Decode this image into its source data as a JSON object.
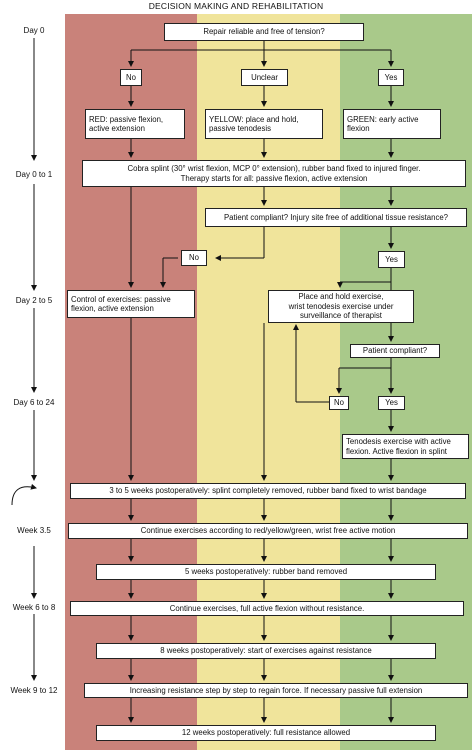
{
  "title": "DECISION MAKING AND REHABILITATION",
  "colors": {
    "red": "#c9827a",
    "yellow": "#f0e49b",
    "green": "#a9c98a"
  },
  "timeline": [
    "Day 0",
    "Day 0 to 1",
    "Day 2 to 5",
    "Day 6 to 24",
    "Week 3.5",
    "Week 6 to 8",
    "Week 9 to 12"
  ],
  "boxes": {
    "repair": "Repair reliable and free of tension?",
    "no1": "No",
    "unclear": "Unclear",
    "yes1": "Yes",
    "red": "RED: passive flexion,\nactive extension",
    "yellow": "YELLOW: place and hold,\npassive tenodesis",
    "green": "GREEN: early active\nflexion",
    "cobra": "Cobra splint (30° wrist flexion, MCP 0° extension), rubber band fixed to injured finger.\nTherapy starts for all: passive flexion, active extension",
    "compliant1": "Patient compliant? Injury site free of additional tissue resistance?",
    "no2": "No",
    "yes2": "Yes",
    "control": "Control of exercises: passive\nflexion, active extension",
    "place_hold": "Place and hold exercise,\nwrist tenodesis exercise under\nsurveillance of therapist",
    "compliant2": "Patient compliant?",
    "no3": "No",
    "yes3": "Yes",
    "tenodesis": "Tenodesis exercise with active\nflexion. Active flexion in splint",
    "splint_removed": "3 to 5 weeks postoperatively: splint completely removed, rubber band fixed to wrist bandage",
    "continue1": "Continue exercises according to red/yellow/green, wrist free active motion",
    "band_removed": "5 weeks postoperatively: rubber band removed",
    "continue2": "Continue exercises, full active flexion without resistance.",
    "eight_weeks": "8 weeks postoperatively: start of exercises against resistance",
    "increasing": "Increasing resistance step by step to regain force. If necessary passive full extension",
    "twelve_weeks": "12 weeks postoperatively: full resistance allowed"
  }
}
